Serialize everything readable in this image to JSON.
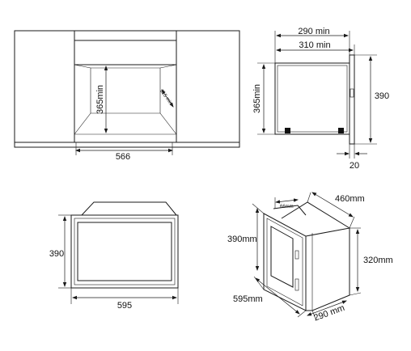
{
  "top_left_view": {
    "width_label": "566",
    "height_label": "365min",
    "depth_label": "215 min"
  },
  "top_right_view": {
    "depth_min_label": "290 min",
    "depth_label": "310 min",
    "height_label": "390",
    "cabinet_height_label": "365min",
    "front_label": "20"
  },
  "bottom_left_view": {
    "height_label": "390",
    "width_label": "595"
  },
  "bottom_right_view": {
    "depth_label": "460mm",
    "top_label": "66mm",
    "height_label": "390mm",
    "body_height_label": "320mm",
    "width_label": "595mm",
    "body_depth_label": "290 mm"
  }
}
